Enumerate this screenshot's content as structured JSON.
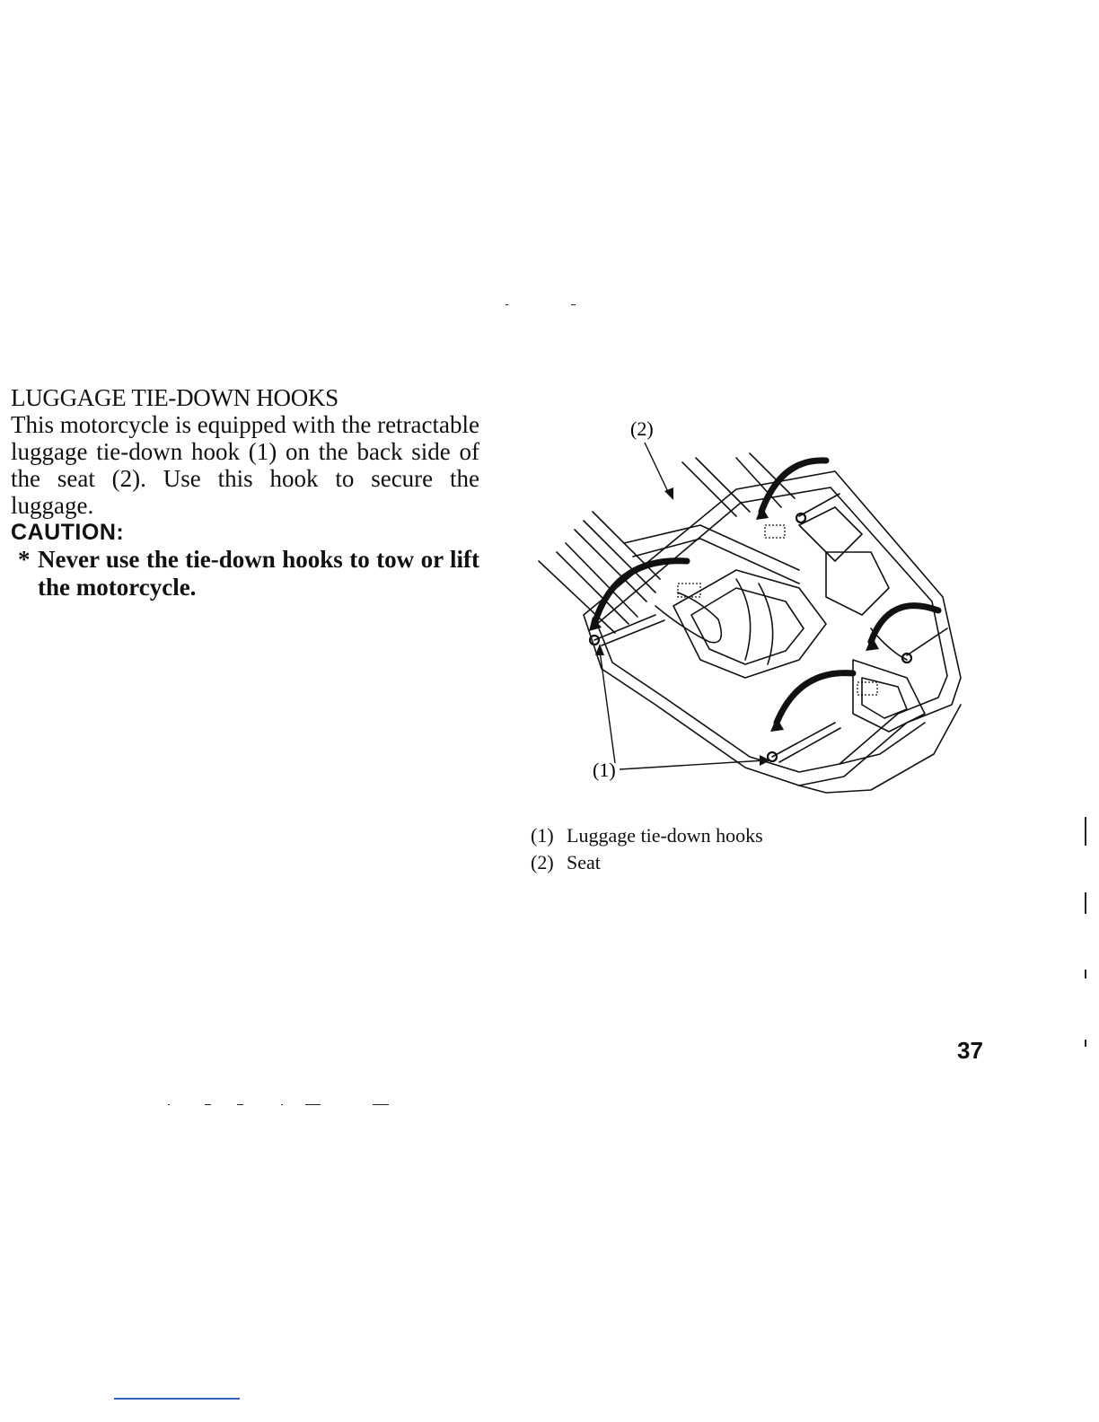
{
  "section": {
    "title": "LUGGAGE TIE-DOWN HOOKS",
    "body": "This motorcycle is equipped with the retractable luggage tie-down hook (1) on the back side of the seat (2). Use this hook to secure the luggage.",
    "caution_label": "CAUTION:",
    "caution_bullet": "*",
    "caution_text": "Never use the tie-down hooks to tow or lift the motorcycle."
  },
  "figure": {
    "callout_hooks": "(1)",
    "callout_seat": "(2)"
  },
  "legend": [
    {
      "num": "(1)",
      "label": "Luggage tie-down hooks"
    },
    {
      "num": "(2)",
      "label": "Seat"
    }
  ],
  "page_number": "37"
}
